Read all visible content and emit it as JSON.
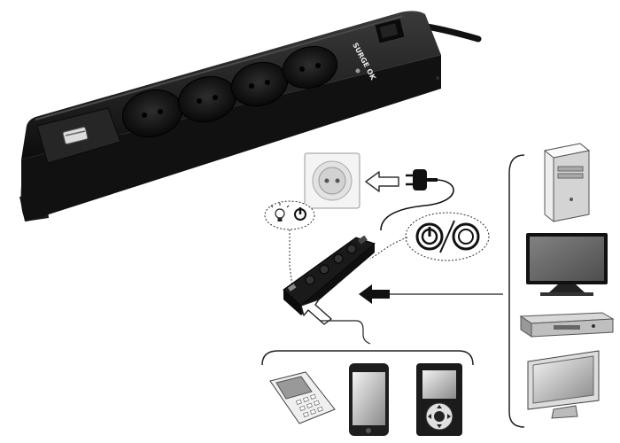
{
  "product": {
    "label": "SURGE OK",
    "usb_label": "USB"
  },
  "devices": {
    "right": [
      "desktop-tower",
      "flat-tv",
      "dvd-player",
      "lcd-monitor"
    ],
    "bottom": [
      "feature-phone",
      "smartphone",
      "media-player"
    ]
  },
  "icons": {
    "led": "lightbulb-icon",
    "power_on": "power-on-icon",
    "power_off": "power-off-icon"
  },
  "colors": {
    "strip_body": "#1c1c1c",
    "strip_top": "#2c2c2c",
    "line": "#222222",
    "arrow_fill": "#ffffff"
  }
}
